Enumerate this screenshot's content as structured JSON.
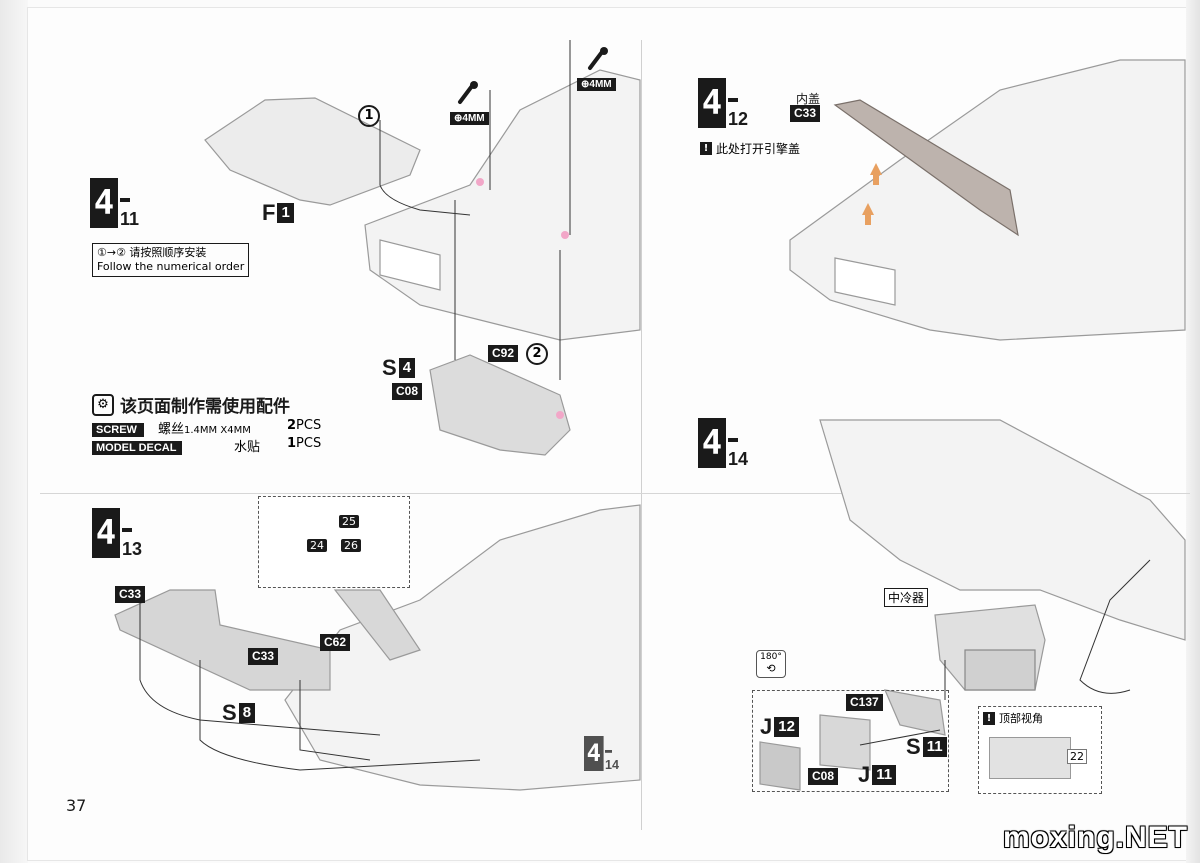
{
  "page_number": "37",
  "watermark": "moxing.NET",
  "step_4_11": {
    "major": "4",
    "minor": "11",
    "order_note_cn": "①→② 请按照顺序安装",
    "order_note_en": "Follow the numerical order",
    "part_f1": {
      "letter": "F",
      "num": "1"
    },
    "part_s4": {
      "letter": "S",
      "num": "4"
    },
    "tag_c92": "C92",
    "tag_c08": "C08",
    "circle_1": "1",
    "circle_2": "2",
    "screw_a": "⊕4MM",
    "screw_b": "⊕4MM"
  },
  "parts_list": {
    "title": "该页面制作需使用配件",
    "rows": [
      {
        "category": "SCREW",
        "name": "螺丝",
        "spec": "1.4MM X4MM",
        "qty": "2",
        "unit": "PCS"
      },
      {
        "category": "MODEL DECAL",
        "name": "水贴",
        "spec": "",
        "qty": "1",
        "unit": "PCS"
      }
    ]
  },
  "step_4_12": {
    "major": "4",
    "minor": "12",
    "label_cn": "内盖",
    "tag_c33": "C33",
    "note": "此处打开引擎盖"
  },
  "step_4_13": {
    "major": "4",
    "minor": "13",
    "tag_c33_a": "C33",
    "tag_c33_b": "C33",
    "tag_c62": "C62",
    "part_s8": {
      "letter": "S",
      "num": "8"
    },
    "decals": [
      "24",
      "25",
      "26"
    ],
    "ref_step": {
      "major": "4",
      "minor": "14"
    }
  },
  "step_4_14": {
    "major": "4",
    "minor": "14",
    "label_intercooler": "中冷器",
    "rotate": "180°",
    "tag_c137": "C137",
    "tag_c08": "C08",
    "part_j12": {
      "letter": "J",
      "num": "12"
    },
    "part_j11": {
      "letter": "J",
      "num": "11"
    },
    "part_s11": {
      "letter": "S",
      "num": "11"
    },
    "top_view_note": "顶部视角",
    "decal": "22"
  }
}
